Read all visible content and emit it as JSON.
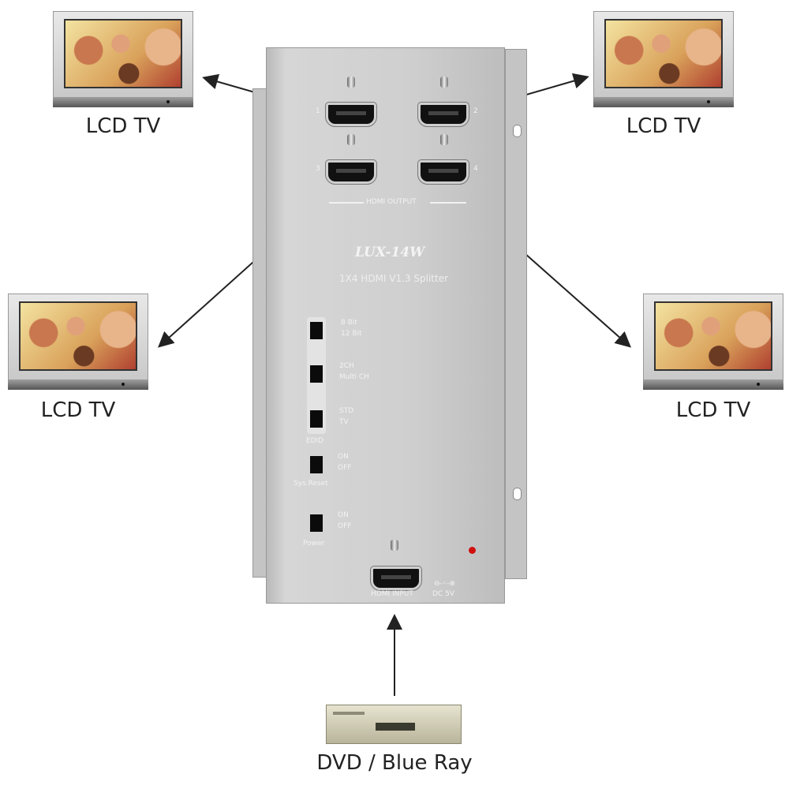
{
  "outputs": [
    {
      "label": "LCD TV"
    },
    {
      "label": "LCD TV"
    },
    {
      "label": "LCD TV"
    },
    {
      "label": "LCD TV"
    }
  ],
  "source": {
    "label": "DVD / Blue Ray"
  },
  "device": {
    "brand": "LUX-14W",
    "model": "1X4 HDMI V1.3 Splitter",
    "output_section": "HDMI OUTPUT",
    "port_numbers": [
      "1",
      "2",
      "3",
      "4"
    ],
    "switches": [
      {
        "up": "8 Bit",
        "down": "12 Bit"
      },
      {
        "up": "2CH",
        "down": "Multi CH"
      },
      {
        "up": "STD",
        "down": "TV"
      },
      {
        "up": "ON",
        "down": "OFF"
      },
      {
        "up": "ON",
        "down": "OFF"
      }
    ],
    "switch_group_labels": [
      "EDID",
      "Sys.Reset",
      "Power"
    ],
    "input_label": "HDMI INPUT",
    "power_label": "DC 5V",
    "power_led_color": "#d01010"
  }
}
